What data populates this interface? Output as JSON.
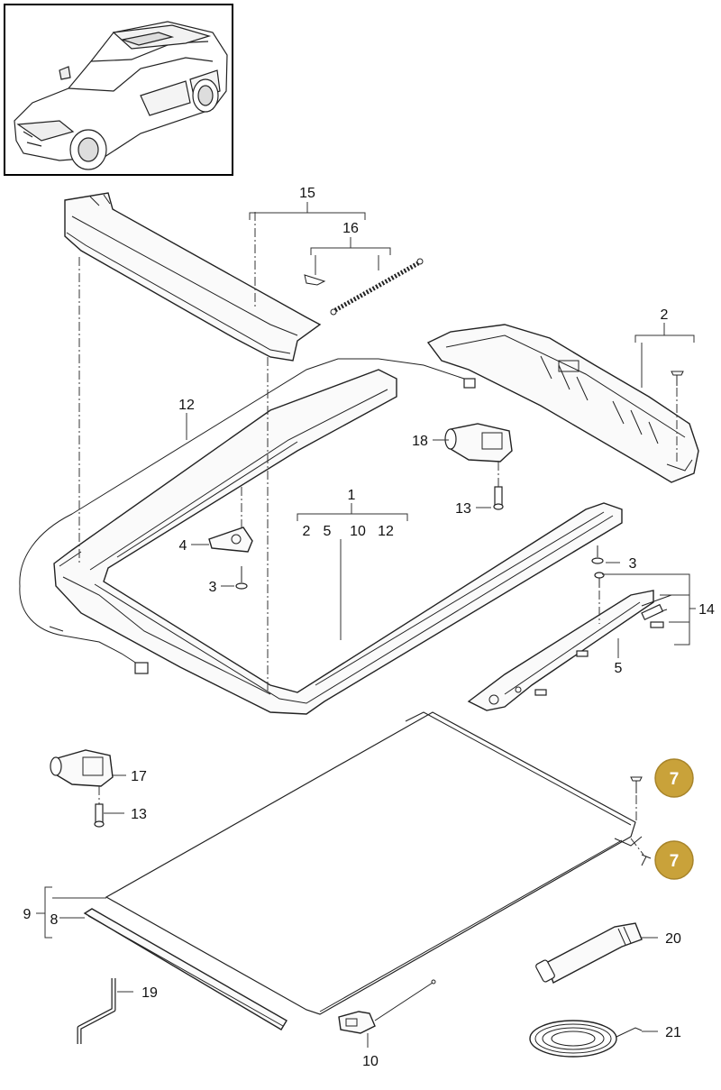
{
  "callouts": {
    "c1": "1",
    "c1_group": [
      "2",
      "5",
      "10",
      "12"
    ],
    "c2": "2",
    "c3a": "3",
    "c3b": "3",
    "c4": "4",
    "c5": "5",
    "c8": "8",
    "c9": "9",
    "c10": "10",
    "c12": "12",
    "c13a": "13",
    "c13b": "13",
    "c14": "14",
    "c15": "15",
    "c16": "16",
    "c17": "17",
    "c18": "18",
    "c19": "19",
    "c20": "20",
    "c21": "21"
  },
  "badges": {
    "b7a": "7",
    "b7b": "7"
  },
  "colors": {
    "badge_fill": "#c9a23a",
    "line": "#222222"
  },
  "icons": {
    "vehicle": "suv-overview-icon"
  }
}
